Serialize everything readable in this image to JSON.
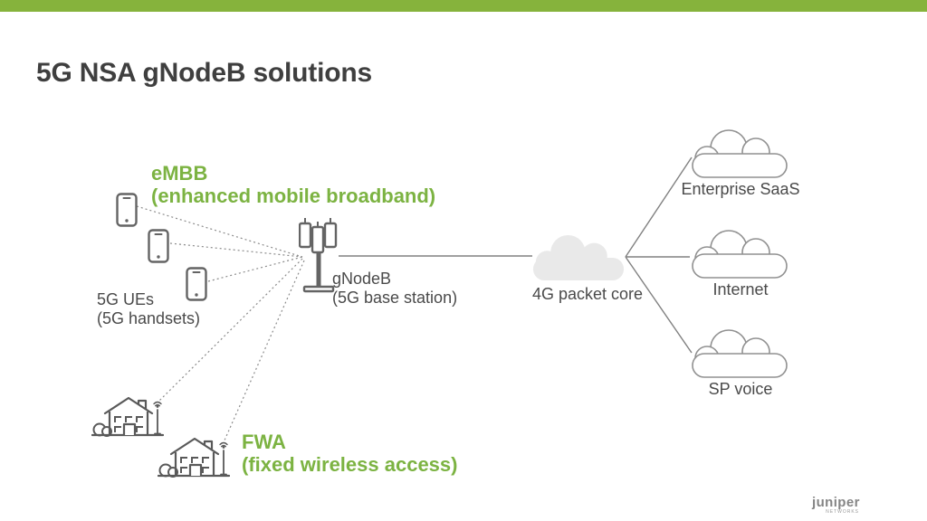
{
  "slide": {
    "title": "5G NSA gNodeB solutions"
  },
  "colors": {
    "accent_bar_green": "#86B33C",
    "highlight_text_green": "#7CB342",
    "title_text": "#3F3F3F",
    "label_text": "#4A4A4A",
    "icon_stroke": "#646464",
    "cloud_outline": "#919191",
    "cloud_fill": "#E9E9E9",
    "connector_line": "#808080",
    "dotted_line": "#8C8C8C"
  },
  "diagram": {
    "embb": {
      "title": "eMBB",
      "subtitle": "(enhanced mobile broadband)"
    },
    "ues": {
      "title": "5G UEs",
      "subtitle": "(5G handsets)"
    },
    "gnodeb": {
      "title": "gNodeB",
      "subtitle": "(5G base station)"
    },
    "packet_core": {
      "label": "4G packet core"
    },
    "destinations": [
      {
        "label": "Enterprise SaaS"
      },
      {
        "label": "Internet"
      },
      {
        "label": "SP voice"
      }
    ],
    "fwa": {
      "title": "FWA",
      "subtitle": "(fixed wireless access)"
    }
  },
  "icons": {
    "phone": "smartphone-icon",
    "tower": "cell-tower-icon",
    "cloud_outlined": "cloud-icon",
    "cloud_filled": "filled-cloud-icon",
    "house": "house-with-antenna-icon",
    "wifi": "wifi-waves-icon"
  },
  "logo": {
    "name": "Juniper",
    "tagline": "NETWORKS"
  }
}
